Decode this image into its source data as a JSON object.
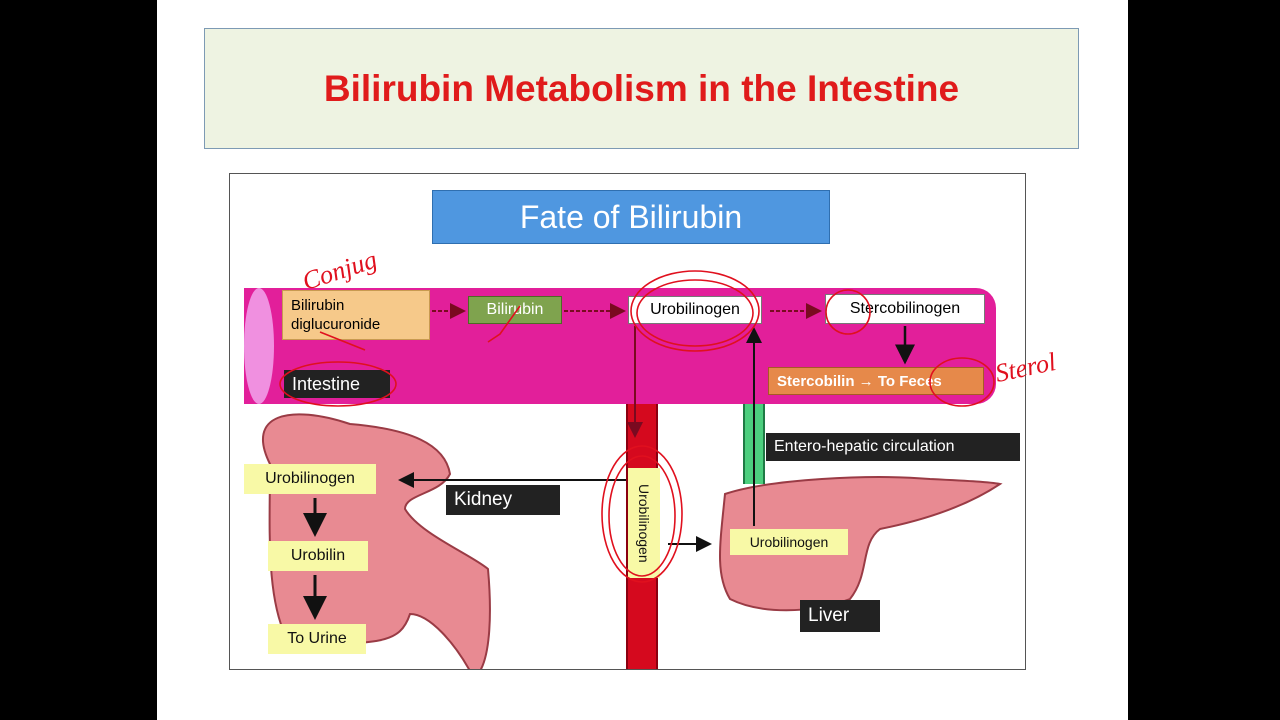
{
  "slide": {
    "title": "Bilirubin Metabolism in the Intestine"
  },
  "diagram": {
    "banner": "Fate of Bilirubin",
    "intestine": {
      "label": "Intestine",
      "bilirubin_diglucuronide": "Bilirubin\ndiglucuronide",
      "bilirubin": "Bilirubin",
      "urobilinogen": "Urobilinogen",
      "stercobilinogen": "Stercobilinogen",
      "stercobilin": "Stercobilin → To Feces"
    },
    "enterohepatic": "Entero-hepatic circulation",
    "vessel_label": "Urobilinogen",
    "kidney": {
      "label": "Kidney",
      "urobilinogen": "Urobilinogen",
      "urobilin": "Urobilin",
      "to_urine": "To Urine"
    },
    "liver": {
      "label": "Liver",
      "urobilinogen": "Urobilinogen"
    },
    "handwriting": {
      "conj": "Conjug",
      "sterol": "Sterol"
    },
    "colors": {
      "title_red": "#e01b1b",
      "intestine_pink": "#e21f9a",
      "organ_pink": "#e88a92",
      "banner_blue": "#4f97e0",
      "annotation_red": "#e0101e"
    }
  }
}
